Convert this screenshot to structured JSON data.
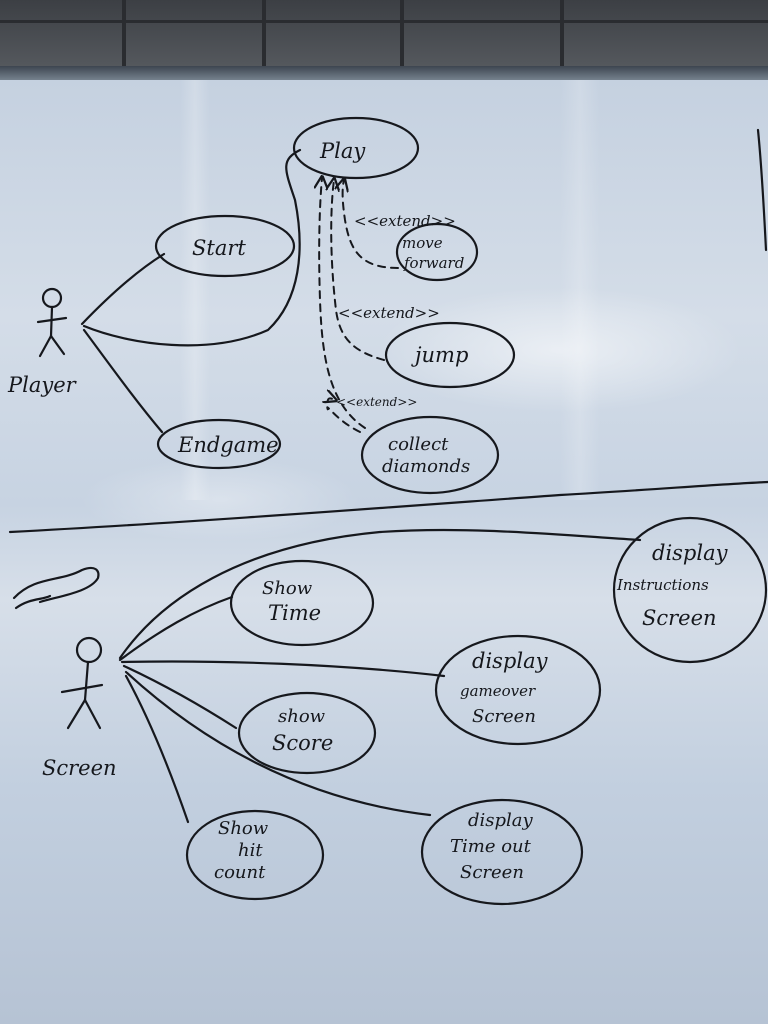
{
  "diagram": {
    "actors": {
      "player": "Player",
      "screen": "Screen"
    },
    "use_cases": {
      "play": "Play",
      "start": "Start",
      "end_game": "Endgame",
      "move_forward": [
        "move",
        "forward"
      ],
      "jump": "jump",
      "collect_diamonds": [
        "collect",
        "diamonds"
      ],
      "show_time": [
        "Show",
        "Time"
      ],
      "show_score": [
        "show",
        "Score"
      ],
      "show_hit_count": [
        "Show",
        "hit",
        "count"
      ],
      "display_instructions": [
        "display",
        "Instructions",
        "Screen"
      ],
      "display_gameover": [
        "display",
        "gameover",
        "Screen"
      ],
      "display_timeout": [
        "display",
        "Time out",
        "Screen"
      ]
    },
    "relations": {
      "extend_move": "<<extend>>",
      "extend_jump": "<<extend>>",
      "extend_collect": "<<extend>>"
    }
  }
}
